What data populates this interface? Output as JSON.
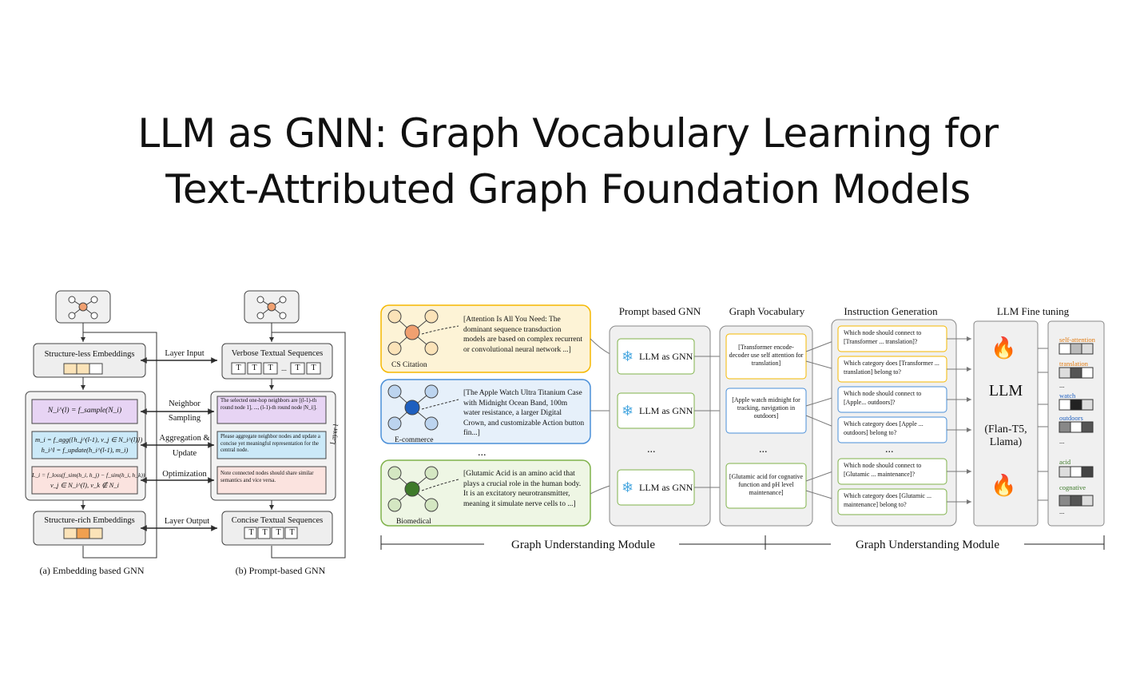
{
  "title": {
    "line1": "LLM as GNN: Graph Vocabulary Learning for",
    "line2": "Text-Attributed Graph Foundation Models"
  },
  "fig_a": {
    "top_label": "Structure-less Embeddings",
    "bottom_label": "Structure-rich Embeddings",
    "formula1": "N_i^(l) = f_sample(N_i)",
    "formula2a": "m_i = f_agg({h_j^(l-1), v_j ∈ N_i^(l)})",
    "formula2b": "h_i^l = f_update(h_i^(l-1), m_i)",
    "formula3a": "L_i = f_loss(f_sim(h_i, h_j) − f_sim(h_i, h_k))",
    "formula3b": "v_j ∈ N_i^(l), v_k ∉ N_i",
    "caption": "(a) Embedding based GNN"
  },
  "middle_labels": {
    "layer_input": "Layer Input",
    "neighbor": "Neighbor",
    "sampling": "Sampling",
    "aggregation": "Aggregation &",
    "update": "Update",
    "optimization": "Optimization",
    "layer_output": "Layer Output"
  },
  "fig_b": {
    "top_label": "Verbose Textual Sequences",
    "bottom_label": "Concise Textual Sequences",
    "token": "T",
    "text1": "The selected one-hop neighbors are [(l-1)-th round node 1], ..., (l-1)-th round node |N_i|].",
    "text2": "Please aggregate neighbor nodes and update a concise yet meaningful representation for the central node.",
    "text3": "Note connected nodes should share similar semantics and vice versa.",
    "layer": "Layer l",
    "caption": "(b) Prompt-based GNN"
  },
  "fig_c": {
    "headers": {
      "prompt_gnn": "Prompt based GNN",
      "vocab": "Graph Vocabulary",
      "instruction": "Instruction Generation",
      "finetune": "LLM Fine tuning"
    },
    "domains": [
      {
        "label": "CS Citation",
        "text": "[Attention Is All You Need: The dominant sequence transduction models are based on complex recurrent or convolutional neural network ...]"
      },
      {
        "label": "E-commerce",
        "text": "[The Apple Watch Ultra Titanium Case with Midnight Ocean Band, 100m water resistance, a larger Digital Crown, and customizable Action button fin...]"
      },
      {
        "label": "Biomedical",
        "text": "[Glutamic Acid is an amino acid that plays a crucial role in the human body. It is an excitatory neurotransmitter, meaning it simulate nerve cells to ...]"
      }
    ],
    "gnn_label": "LLM as GNN",
    "vocab": [
      "[Transformer encode-decoder use self attention for translation]",
      "[Apple watch midnight for tracking, navigation in outdoors]",
      "[Glutamic acid for cognative function and pH level maintenance]"
    ],
    "instructions": [
      "Which node should connect to [Transformer ... translation]?",
      "Which category does [Transformer ... translation] belong to?",
      "Which node should connect to [Apple... outdoors]?",
      "Which category does [Apple ... outdoors] belong to?",
      "Which node should connect to [Glutamic ... maintenance]?",
      "Which category does [Glutamic ... maintenance] belong to?"
    ],
    "llm_label": "LLM",
    "llm_models": "(Flan-T5, Llama)",
    "tokens": [
      "self-attention",
      "translation",
      "watch",
      "outdoors",
      "acid",
      "cognative"
    ],
    "ellipsis": "...",
    "module_label": "Graph Understanding Module",
    "colors": {
      "cs": "#f5b800",
      "ecommerce": "#4a8fd8",
      "bio": "#7fb24a"
    }
  }
}
